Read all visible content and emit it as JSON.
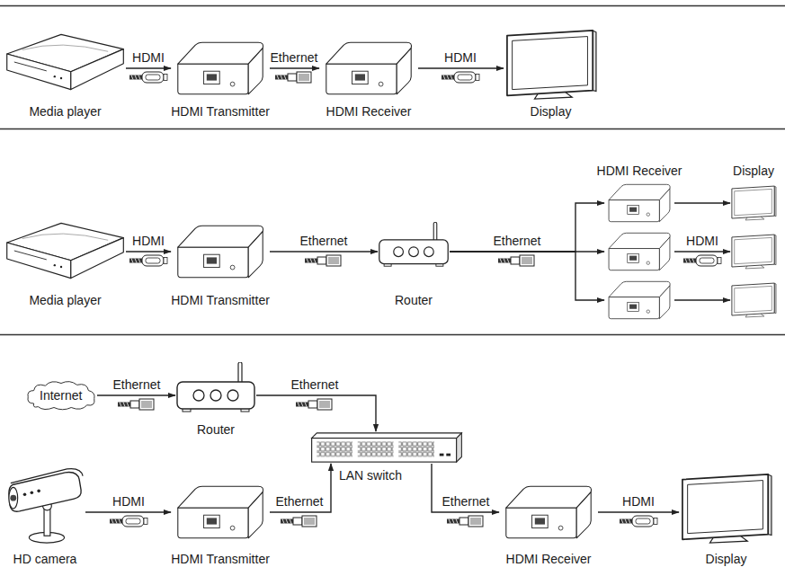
{
  "diagram": {
    "nodes": [
      {
        "text": [
          "Media player"
        ]
      },
      {
        "text": [
          "HDMI Transmitter"
        ]
      },
      {
        "text": [
          "HDMI Receiver"
        ]
      },
      {
        "text": [
          "Display"
        ]
      },
      {
        "text": [
          "Media player"
        ]
      },
      {
        "text": [
          "HDMI Transmitter"
        ]
      },
      {
        "text": [
          "Router"
        ]
      },
      {
        "text": [
          "HDMI Receiver"
        ]
      },
      {
        "text": []
      },
      {
        "text": []
      },
      {
        "text": [
          "Display"
        ]
      },
      {
        "text": []
      },
      {
        "text": []
      },
      {
        "text": [
          "Internet"
        ]
      },
      {
        "text": [
          "Router"
        ]
      },
      {
        "text": [
          "LAN switch"
        ]
      },
      {
        "text": [
          "HD camera"
        ]
      },
      {
        "text": [
          "HDMI Transmitter"
        ]
      },
      {
        "text": [
          "HDMI Receiver"
        ]
      },
      {
        "text": [
          "Display"
        ]
      }
    ],
    "edges": [
      {
        "from": 0,
        "to": 1,
        "arrow": "to",
        "label": "HDMI"
      },
      {
        "from": 1,
        "to": 2,
        "arrow": "to",
        "label": "Ethernet"
      },
      {
        "from": 2,
        "to": 3,
        "arrow": "to",
        "label": "HDMI"
      },
      {
        "from": 4,
        "to": 5,
        "arrow": "to",
        "label": "HDMI"
      },
      {
        "from": 5,
        "to": 6,
        "arrow": "to",
        "label": "Ethernet"
      },
      {
        "from": 6,
        "to": 7,
        "arrow": "to",
        "label": "Ethernet"
      },
      {
        "from": 6,
        "to": 8,
        "arrow": "to"
      },
      {
        "from": 6,
        "to": 9,
        "arrow": "to"
      },
      {
        "from": 7,
        "to": 10,
        "arrow": "to"
      },
      {
        "from": 8,
        "to": 11,
        "arrow": "to",
        "label": "HDMI"
      },
      {
        "from": 9,
        "to": 12,
        "arrow": "to"
      },
      {
        "from": 13,
        "to": 14,
        "arrow": "to",
        "label": "Ethernet"
      },
      {
        "from": 14,
        "to": 15,
        "arrow": "to",
        "label": "Ethernet"
      },
      {
        "from": 16,
        "to": 17,
        "arrow": "to",
        "label": "HDMI"
      },
      {
        "from": 17,
        "to": 15,
        "arrow": "to",
        "label": "Ethernet"
      },
      {
        "from": 15,
        "to": 18,
        "arrow": "to",
        "label": "Ethernet"
      },
      {
        "from": 18,
        "to": 19,
        "arrow": "to",
        "label": "HDMI"
      }
    ]
  }
}
